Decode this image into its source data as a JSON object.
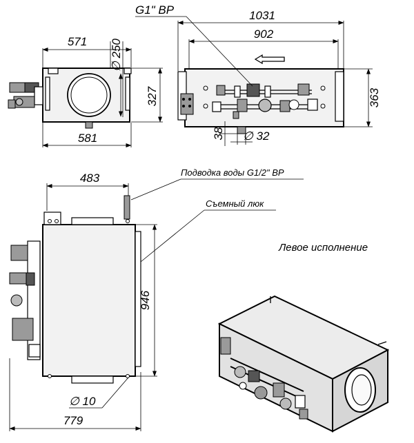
{
  "dimensions": {
    "front_width_top": "571",
    "duct_diameter": "∅ 250",
    "front_height": "327",
    "front_width_bottom": "581",
    "side_total_length": "1031",
    "side_inner_length": "902",
    "side_height": "363",
    "drain_offset": "38",
    "drain_diameter": "∅ 32",
    "plan_width": "483",
    "plan_length": "946",
    "mount_hole": "∅ 10",
    "plan_total": "779"
  },
  "labels": {
    "water_connection": "G1\" ВР",
    "water_supply": "Подводка воды  G1/2\" ВР",
    "removable_hatch": "Съемный люк",
    "version": "Левое исполнение"
  },
  "icons": {
    "flow_direction": "arrow-left-icon"
  }
}
